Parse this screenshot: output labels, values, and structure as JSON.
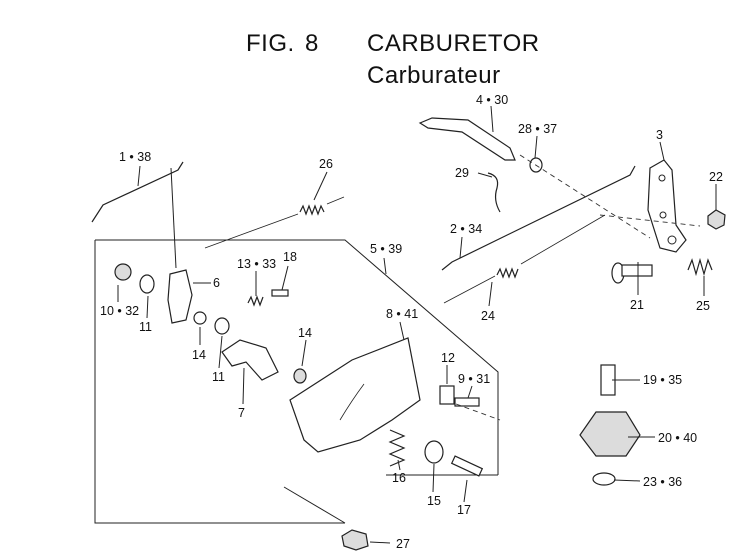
{
  "figure": {
    "fig_label": "FIG.",
    "fig_number": "8",
    "title_en": "CARBURETOR",
    "title_fr": "Carburateur"
  },
  "callouts": [
    {
      "id": "c-1-38",
      "text": "1 • 38"
    },
    {
      "id": "c-26",
      "text": "26"
    },
    {
      "id": "c-4-30",
      "text": "4 • 30"
    },
    {
      "id": "c-28-37",
      "text": "28 • 37"
    },
    {
      "id": "c-3",
      "text": "3"
    },
    {
      "id": "c-29",
      "text": "29"
    },
    {
      "id": "c-22",
      "text": "22"
    },
    {
      "id": "c-2-34",
      "text": "2 • 34"
    },
    {
      "id": "c-5-39",
      "text": "5 • 39"
    },
    {
      "id": "c-13-33",
      "text": "13 • 33"
    },
    {
      "id": "c-18",
      "text": "18"
    },
    {
      "id": "c-6",
      "text": "6"
    },
    {
      "id": "c-10-32",
      "text": "10 • 32"
    },
    {
      "id": "c-11a",
      "text": "11"
    },
    {
      "id": "c-14a",
      "text": "14"
    },
    {
      "id": "c-11b",
      "text": "11"
    },
    {
      "id": "c-14b",
      "text": "14"
    },
    {
      "id": "c-7",
      "text": "7"
    },
    {
      "id": "c-8-41",
      "text": "8 • 41"
    },
    {
      "id": "c-12",
      "text": "12"
    },
    {
      "id": "c-9-31",
      "text": "9 • 31"
    },
    {
      "id": "c-21",
      "text": "21"
    },
    {
      "id": "c-24",
      "text": "24"
    },
    {
      "id": "c-25",
      "text": "25"
    },
    {
      "id": "c-19-35",
      "text": "19 • 35"
    },
    {
      "id": "c-20-40",
      "text": "20 • 40"
    },
    {
      "id": "c-23-36",
      "text": "23 • 36"
    },
    {
      "id": "c-16",
      "text": "16"
    },
    {
      "id": "c-15",
      "text": "15"
    },
    {
      "id": "c-17",
      "text": "17"
    },
    {
      "id": "c-27",
      "text": "27"
    }
  ]
}
